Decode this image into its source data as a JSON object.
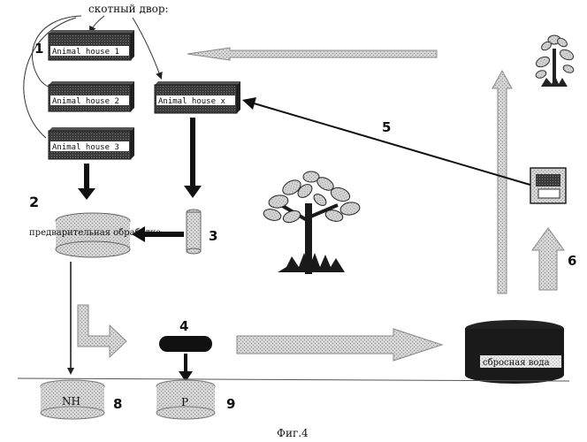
{
  "header": {
    "label": "скотный двор:"
  },
  "houses": [
    {
      "label": "Animal house 1"
    },
    {
      "label": "Animal house 2"
    },
    {
      "label": "Animal house 3"
    },
    {
      "label": "Animal house x"
    }
  ],
  "processes": {
    "pretreatment_label": "предварительная обработка",
    "wastewater_label": "сбросная вода",
    "nh_label": "NH",
    "p_label": "P"
  },
  "numbers": {
    "n1": "1",
    "n2": "2",
    "n3": "3",
    "n4": "4",
    "n5": "5",
    "n6": "6",
    "n8": "8",
    "n9": "9"
  },
  "caption": "Фиг.4"
}
